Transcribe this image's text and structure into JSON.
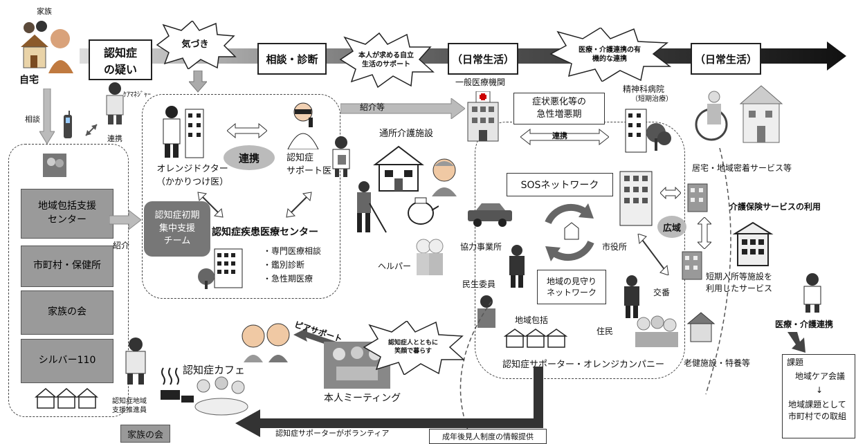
{
  "top": {
    "family_label": "家族",
    "home_label": "自宅",
    "dementia_suspect": "認知症\nの疑い",
    "awareness": "気づき",
    "consult_diagnosis": "相談・診断",
    "self_reliance": "本人が求める自立\n生活のサポート",
    "daily_life_1": "（日常生活）",
    "medical_care_link": "医療・介護連携の有\n機的な連携",
    "daily_life_2": "（日常生活）"
  },
  "left": {
    "consult_label": "相談",
    "care_manager": "ｹｱﾏﾈｼﾞｬｰ",
    "link_label": "連携",
    "boxes": [
      "地域包括支援\nセンター",
      "市町村・保健所",
      "家族の会",
      "シルバー110"
    ],
    "referral_label": "紹介"
  },
  "center": {
    "orange_doctor": "オレンジドクター\n（かかりつけ医）",
    "renkei": "連携",
    "support_doctor": "認知症\nサポート医",
    "early_team": "認知症初期\n集中支援\nチーム",
    "medical_center": "認知症疾患医療センター",
    "center_items": [
      "・専門医療相談",
      "・鑑別診断",
      "・急性期医療"
    ],
    "referral_etc": "紹介等",
    "day_care": "通所介護施設",
    "helper": "ヘルパー"
  },
  "right": {
    "general_hospital": "一般医療機関",
    "acute_period": "症状悪化等の\n急性増悪期",
    "link": "連携",
    "psych_hospital": "精神科病院",
    "short_treatment": "（短期治療）",
    "sos_network": "SOSネットワーク",
    "cooperating_business": "協力事業所",
    "city_hall": "市役所",
    "wide_area": "広域",
    "welfare_commissioner": "民生委員",
    "watch_network": "地域の見守り\nネットワーク",
    "police_box": "交番",
    "community_center": "地域包括",
    "residents": "住民",
    "supporter_company": "認知症サポーター・オレンジカンパニー",
    "home_community": "居宅・地域密着サービス等",
    "insurance_use": "介護保険サービスの利用",
    "short_stay": "短期入所等施設を\n利用したサービス",
    "medical_care": "医療・介護連携",
    "nursing_facility": "老健施設・特養等"
  },
  "bottom": {
    "peer_support": "ピアサポート",
    "live_with": "認知症人とともに\n笑顔で暮らす",
    "cafe": "認知症カフェ",
    "promoter": "認知症地域\n支援推進員",
    "family_meeting": "家族の会",
    "volunteer": "認知症サポーターがボランティア",
    "self_meeting": "本人ミーティング",
    "guardianship": "成年後見人制度の情報提供"
  },
  "issue": {
    "title": "課題",
    "line1": "地域ケア会議",
    "arrow": "↓",
    "line2": "地域課題として\n市町村での取組"
  }
}
